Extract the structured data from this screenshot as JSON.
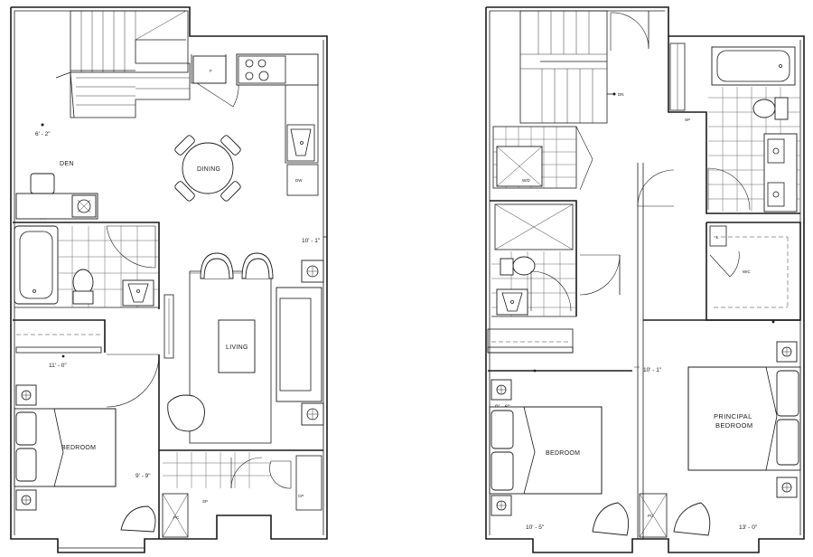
{
  "labels": {
    "den": "DEN",
    "dining": "DINING",
    "living": "LIVING",
    "bedroom_lower": "BEDROOM",
    "bedroom_upper": "BEDROOM",
    "principal_1": "PRINCIPAL",
    "principal_2": "BEDROOM",
    "wic": "WIC",
    "dw": "DW",
    "f": "F",
    "pc1": "PC",
    "pc2": "PC",
    "sp": "SP",
    "cp": "CP",
    "dn": "DN",
    "wd": "W/D",
    "l_lin": "L",
    "sp2": "SP"
  },
  "dimensions": {
    "den": "6' - 2\"",
    "dining": "10' - 1\"",
    "living": "11' - 0\"",
    "bedroom_lower": "9' - 9\"",
    "hall": "10' - 1\"",
    "bedroom_upper_w": "9' - 6\"",
    "bedroom_upper": "10' - 5\"",
    "principal": "13' - 0\""
  }
}
